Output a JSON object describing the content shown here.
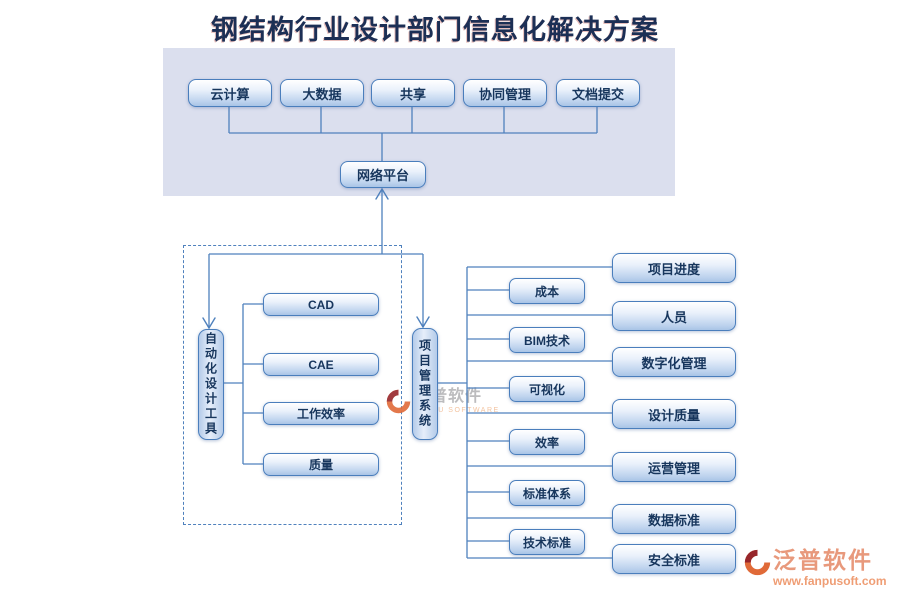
{
  "title": "钢结构行业设计部门信息化解决方案",
  "top_panel": {
    "items": [
      "云计算",
      "大数据",
      "共享",
      "协同管理",
      "文档提交"
    ],
    "hub": "网络平台"
  },
  "left_group": {
    "root": "自动化设计工具",
    "items": [
      "CAD",
      "CAE",
      "工作效率",
      "质量"
    ]
  },
  "right_group": {
    "root": "项目管理系统",
    "mid_items": [
      "成本",
      "BIM技术",
      "可视化",
      "效率",
      "标准体系",
      "技术标准"
    ],
    "outer_items": [
      "项目进度",
      "人员",
      "数字化管理",
      "设计质量",
      "运营管理",
      "数据标准",
      "安全标准"
    ]
  },
  "watermark": {
    "brand": "泛普软件",
    "subtitle": "FANPU SOFTWARE"
  },
  "brand": {
    "name": "泛普软件",
    "url": "www.fanpusoft.com"
  },
  "colors": {
    "line_blue": "#4f81bd",
    "node_border": "#4a7ebc",
    "node_text": "#17365d",
    "panel_bg": "#dbdfee",
    "title_text": "#1c2f55",
    "brand_salmon": "#e8997c"
  }
}
